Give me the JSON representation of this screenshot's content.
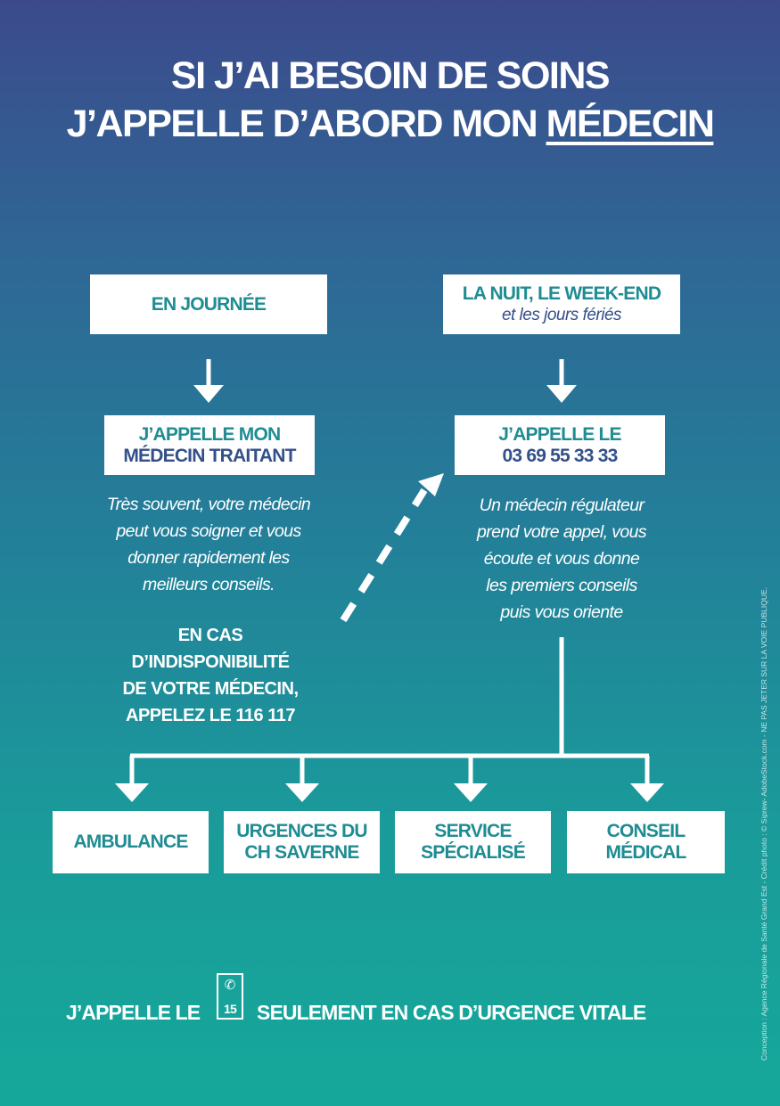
{
  "title": {
    "line1": "SI J’AI BESOIN DE SOINS",
    "line2_prefix": "J’APPELLE D’ABORD MON ",
    "line2_underlined": "MÉDECIN"
  },
  "left": {
    "header": "EN JOURNÉE",
    "action_line1": "J’APPELLE MON",
    "action_line2": "MÉDECIN TRAITANT",
    "description": [
      "Très souvent, votre médecin",
      "peut vous soigner et vous",
      "donner rapidement les",
      "meilleurs conseils."
    ],
    "fallback": [
      "EN CAS",
      "D’INDISPONIBILITÉ",
      "DE VOTRE MÉDECIN,",
      "APPELEZ LE 116 117"
    ]
  },
  "right": {
    "header_line1": "LA NUIT, LE WEEK-END",
    "header_line2": "et les jours fériés",
    "action_line1": "J’APPELLE LE",
    "action_line2": "03 69 55 33 33",
    "description": [
      "Un médecin régulateur",
      "prend votre appel, vous",
      "écoute et vous donne",
      "les premiers conseils",
      "puis vous oriente"
    ]
  },
  "outcomes": [
    {
      "line1": "AMBULANCE",
      "line2": ""
    },
    {
      "line1": "URGENCES DU",
      "line2": "CH SAVERNE"
    },
    {
      "line1": "SERVICE",
      "line2": "SPÉCIALISÉ"
    },
    {
      "line1": "CONSEIL",
      "line2": "MÉDICAL"
    }
  ],
  "footer": {
    "prefix": "J’APPELLE LE",
    "badge_number": "15",
    "badge_icon": "phone-icon",
    "suffix": "SEULEMENT EN CAS D’URGENCE VITALE"
  },
  "credit": "Conception : Agence Régionale de Santé Grand Est - Crédit photo : © Siprew- AdobeStock.com - NE PAS JETER SUR LA VOIE PUBLIQUE.",
  "colors": {
    "background_top": "#3c4a8c",
    "background_bottom": "#15a89a",
    "teal_text": "#1f8c93",
    "navy_text": "#34508a",
    "box": "#ffffff"
  }
}
